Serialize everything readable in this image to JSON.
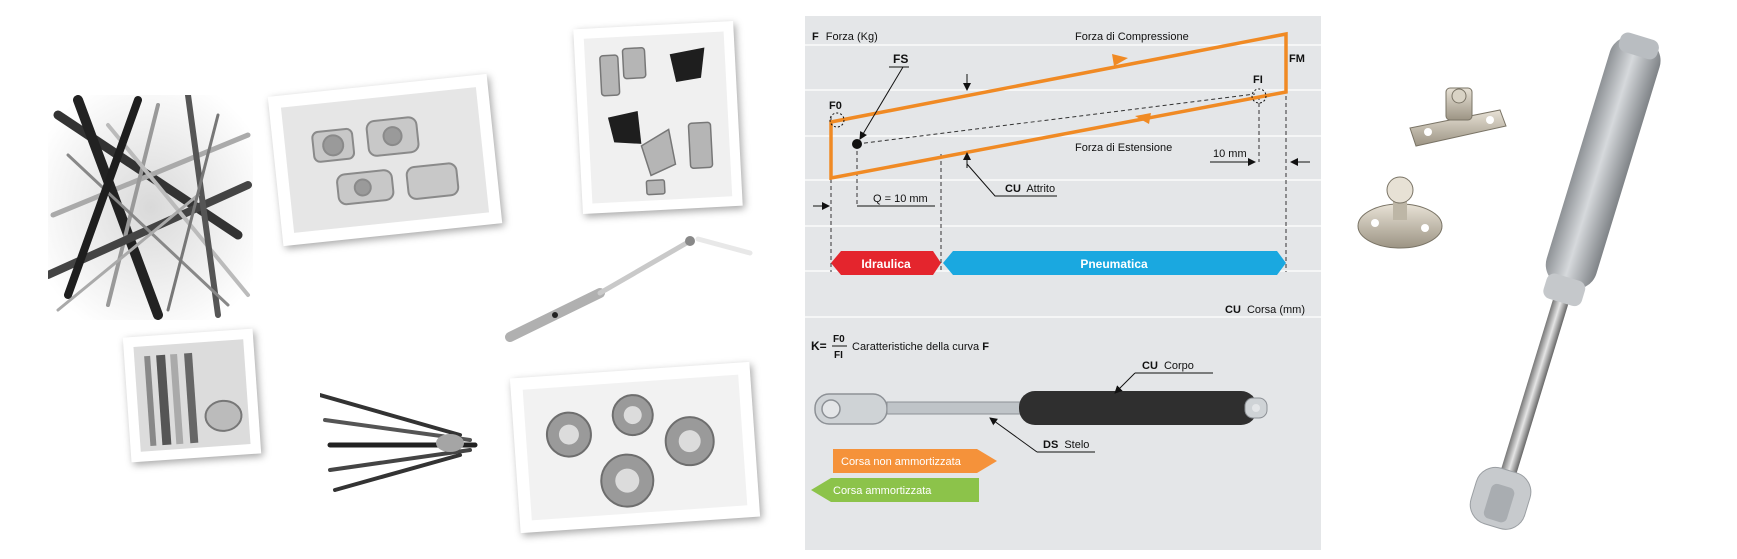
{
  "diagram": {
    "force_axis": {
      "symbol": "F",
      "label": "Forza (Kg)"
    },
    "compression_label": "Forza di Compressione",
    "extension_label": "Forza di Estensione",
    "fm": "FM",
    "fs": "FS",
    "f0": "F0",
    "fi": "FI",
    "ten_mm": "10 mm",
    "q_label": "Q = 10 mm",
    "friction": {
      "symbol": "CU",
      "label": "Attrito"
    },
    "phase_hydraulic": "Idraulica",
    "phase_pneumatic": "Pneumatica",
    "stroke_axis": {
      "symbol": "CU",
      "label": "Corsa (mm)"
    },
    "k_formula": {
      "k": "K=",
      "numerator": "F0",
      "denominator": "FI",
      "text": "Caratteristiche della curva",
      "f": "F"
    },
    "body": {
      "symbol": "CU",
      "label": "Corpo"
    },
    "rod": {
      "symbol": "DS",
      "label": "Stelo"
    },
    "stroke_undamped": "Corsa non ammortizzata",
    "stroke_damped": "Corsa ammortizzata"
  },
  "colors": {
    "panel_bg": "#e4e6e8",
    "curve": "#f08a24",
    "hydraulic": "#e4252d",
    "pneumatic": "#1aa8e0",
    "undamped": "#f5923a",
    "damped": "#8cc34a"
  }
}
